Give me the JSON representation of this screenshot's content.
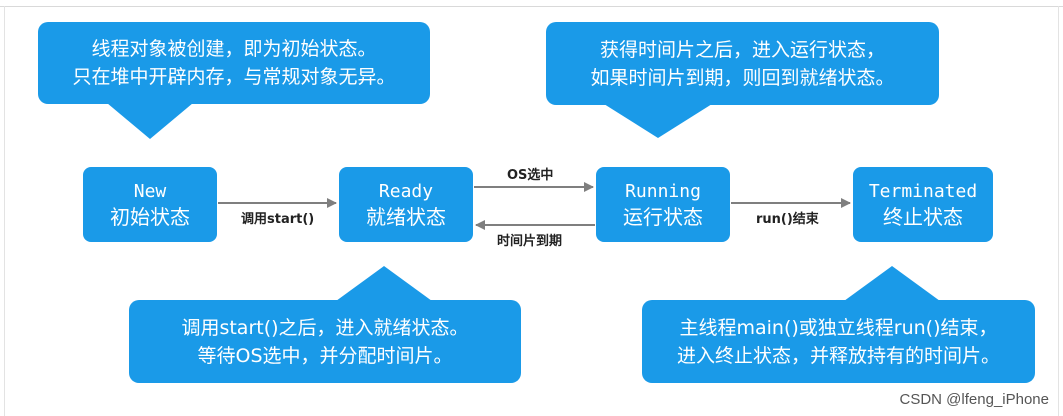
{
  "callouts": {
    "new": {
      "line1": "线程对象被创建，即为初始状态。",
      "line2": "只在堆中开辟内存，与常规对象无异。"
    },
    "running": {
      "line1": "获得时间片之后，进入运行状态，",
      "line2": "如果时间片到期，则回到就绪状态。"
    },
    "ready": {
      "line1": "调用start()之后，进入就绪状态。",
      "line2": "等待OS选中，并分配时间片。"
    },
    "terminated": {
      "line1": "主线程main()或独立线程run()结束，",
      "line2": "进入终止状态，并释放持有的时间片。"
    }
  },
  "states": {
    "new": {
      "en": "New",
      "zh": "初始状态"
    },
    "ready": {
      "en": "Ready",
      "zh": "就绪状态"
    },
    "running": {
      "en": "Running",
      "zh": "运行状态"
    },
    "terminated": {
      "en": "Terminated",
      "zh": "终止状态"
    }
  },
  "edges": {
    "new_to_ready": "调用start()",
    "ready_to_running": "OS选中",
    "running_to_ready": "时间片到期",
    "running_to_terminated": "run()结束"
  },
  "colors": {
    "box": "#1a9ae8",
    "arrow": "#7f7f7f"
  },
  "watermark": "CSDN @lfeng_iPhone"
}
